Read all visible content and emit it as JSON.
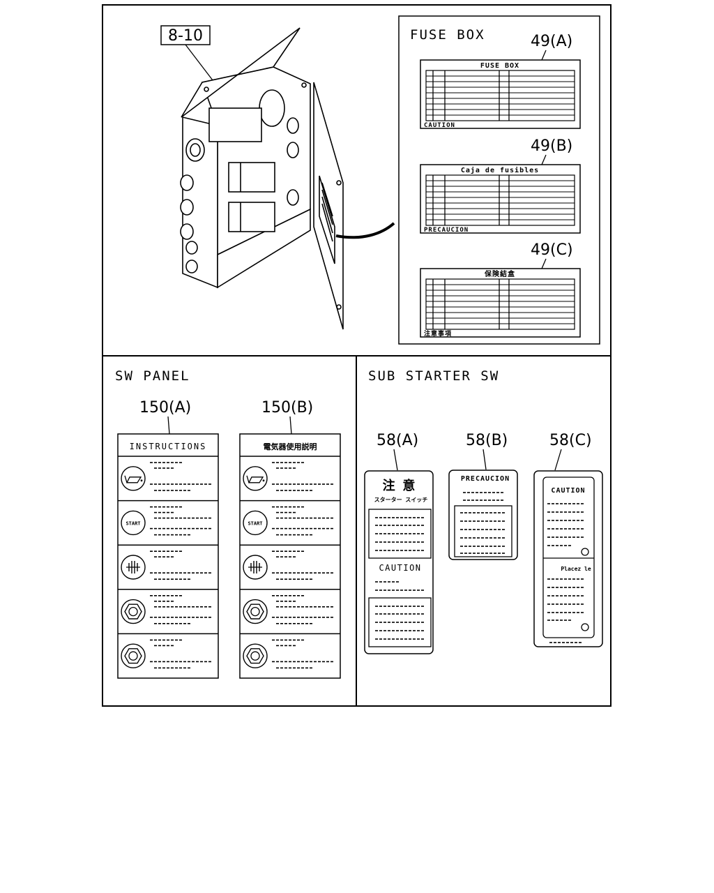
{
  "callouts": {
    "housing_ref": "8-10",
    "fuse_box_section": "FUSE BOX",
    "sw_panel_section": "SW PANEL",
    "sub_starter_section": "SUB STARTER SW",
    "part_49a": "49(A)",
    "part_49b": "49(B)",
    "part_49c": "49(C)",
    "part_150a": "150(A)",
    "part_150b": "150(B)",
    "part_58a": "58(A)",
    "part_58b": "58(B)",
    "part_58c": "58(C)"
  },
  "labels": {
    "fuse_en_title": "FUSE BOX",
    "fuse_en_footer": "CAUTION",
    "fuse_es_title": "Caja de fusibles",
    "fuse_es_footer": "PRECAUCION",
    "fuse_jp_title": "保険結盒",
    "fuse_jp_footer": "注意事項",
    "sw_en_title": "INSTRUCTIONS",
    "sw_jp_title": "電気器使用説明",
    "start_icon_text": "START",
    "s58a_jp_title": "注 意",
    "s58a_jp_sub": "スターター スイッチ",
    "s58a_caution": "CAUTION",
    "s58b_title": "PRECAUCION",
    "s58c_title": "CAUTION",
    "s58c_fr_text": "Placez le"
  },
  "icons": [
    "oil-can-icon",
    "start-icon",
    "glow-heater-icon",
    "nut-icon",
    "nut-icon"
  ]
}
